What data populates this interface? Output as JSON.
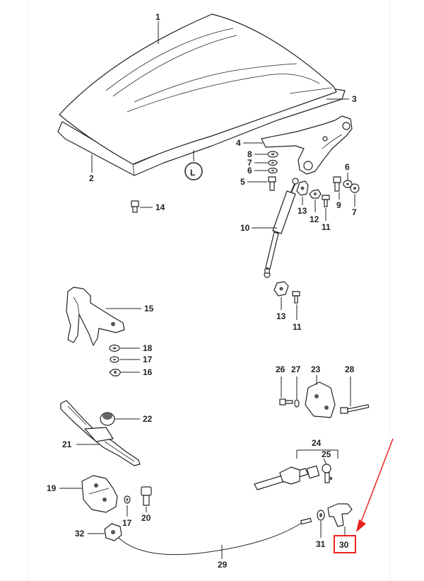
{
  "diagram": {
    "callouts": {
      "c1": "1",
      "c2": "2",
      "c3": "3",
      "c4": "4",
      "c5": "5",
      "c6a": "6",
      "c6b": "6",
      "c7a": "7",
      "c7b": "7",
      "c8": "8",
      "c9": "9",
      "c10": "10",
      "c11a": "11",
      "c11b": "11",
      "c12": "12",
      "c13a": "13",
      "c13b": "13",
      "c14": "14",
      "c15": "15",
      "c16": "16",
      "c17a": "17",
      "c17b": "17",
      "c18": "18",
      "c19": "19",
      "c20": "20",
      "c21": "21",
      "c22": "22",
      "c23": "23",
      "c24": "24",
      "c25": "25",
      "c26": "26",
      "c27": "27",
      "c28": "28",
      "c29": "29",
      "c30": "30",
      "c31": "31",
      "c32": "32"
    },
    "symbol_glyph": "L",
    "highlight_color": "#e8231f"
  }
}
